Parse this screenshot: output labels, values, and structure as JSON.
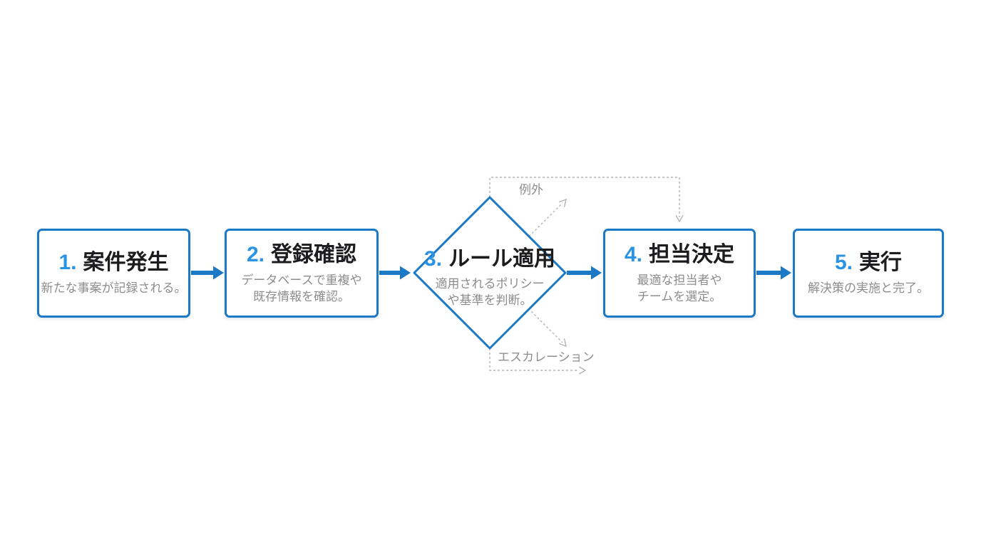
{
  "flow": {
    "steps": [
      {
        "number": "1.",
        "title": "案件発生",
        "desc_lines": [
          "新たな事案が記録される。"
        ]
      },
      {
        "number": "2.",
        "title": "登録確認",
        "desc_lines": [
          "データベースで重複や",
          "既存情報を確認。"
        ]
      },
      {
        "number": "3.",
        "title": "ルール適用",
        "desc_lines": [
          "適用されるポリシー",
          "や基準を判断。"
        ]
      },
      {
        "number": "4.",
        "title": "担当決定",
        "desc_lines": [
          "最適な担当者や",
          "チームを選定。"
        ]
      },
      {
        "number": "5.",
        "title": "実行",
        "desc_lines": [
          "解決策の実施と完了。"
        ]
      }
    ],
    "branch_labels": {
      "exception": "例外",
      "escalation": "エスカレーション"
    }
  },
  "colors": {
    "node_border_blue": "#1b79c5",
    "arrow_blue": "#1b79c5",
    "step_number_blue": "#2b93e3",
    "title_text": "#1c1c1e",
    "desc_text": "#8d8d8d",
    "dashed_line_gray": "#b4b4b4",
    "branch_label_gray": "#8e8e8e",
    "background": "#ffffff"
  }
}
